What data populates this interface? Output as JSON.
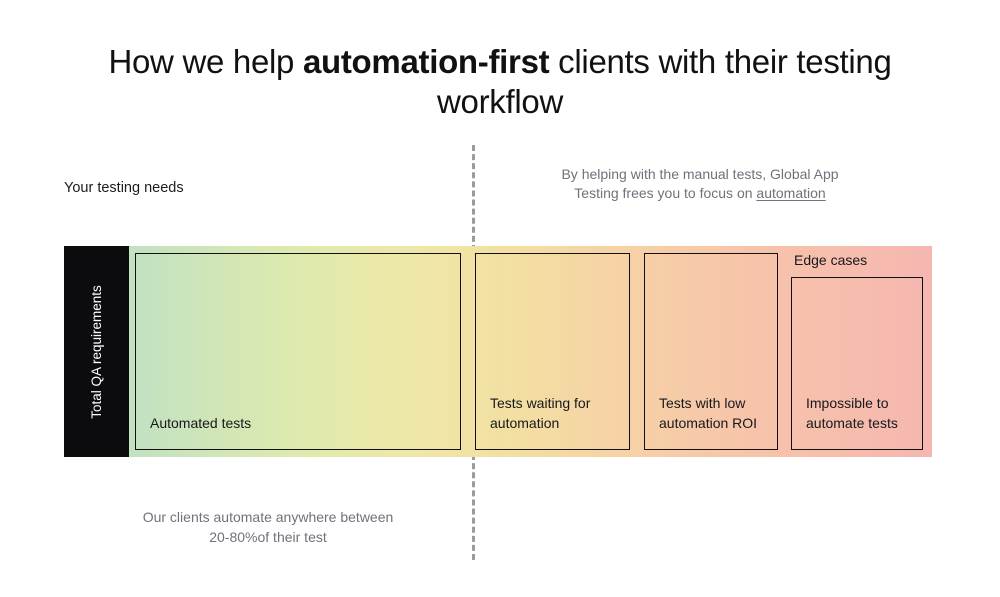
{
  "title": {
    "before": "How we help ",
    "emphasis": "automation-first",
    "after": " clients with their testing workflow"
  },
  "captions": {
    "left": "Your testing needs",
    "right_line1": "By helping with the manual tests, Global App",
    "right_line2_prefix": "Testing frees you to focus on ",
    "right_link": "automation",
    "bottom_line1": "Our clients automate anywhere between",
    "bottom_line2": "20-80%of their test"
  },
  "chart_data": {
    "type": "bar",
    "title": "How we help automation-first clients with their testing workflow",
    "orientation": "horizontal-stacked",
    "axis_label": "Total QA requirements",
    "categories": [
      "Automated tests",
      "Tests waiting for automation",
      "Tests with low automation ROI",
      "Impossible to automate tests"
    ],
    "values": [
      326,
      155,
      134,
      132
    ],
    "value_unit": "px-width",
    "grid": false,
    "legend": false,
    "annotations": [
      "Your testing needs",
      "Edge cases",
      "Our clients automate anywhere between 20-80%of their test",
      "By helping with the manual tests, Global App Testing frees you to focus on automation"
    ],
    "gradient": [
      "#b5e0cd",
      "#eee8a8",
      "#f3dfa2",
      "#f5b7b0"
    ]
  },
  "chart": {
    "axis_label": "Total QA requirements",
    "edge_cases_label": "Edge cases",
    "segments": [
      {
        "label": "Automated tests"
      },
      {
        "label": "Tests waiting for\nautomation"
      },
      {
        "label": "Tests with low\nautomation ROI"
      },
      {
        "label": "Impossible to\nautomate tests"
      }
    ]
  },
  "colors": {
    "black_bar": "#0c0c0e",
    "gradient_start": "#b5e0cd",
    "gradient_mid": "#eee8a8",
    "gradient_end": "#f5b7b0",
    "muted_text": "#6e727a",
    "divider": "#9a9aa0"
  }
}
